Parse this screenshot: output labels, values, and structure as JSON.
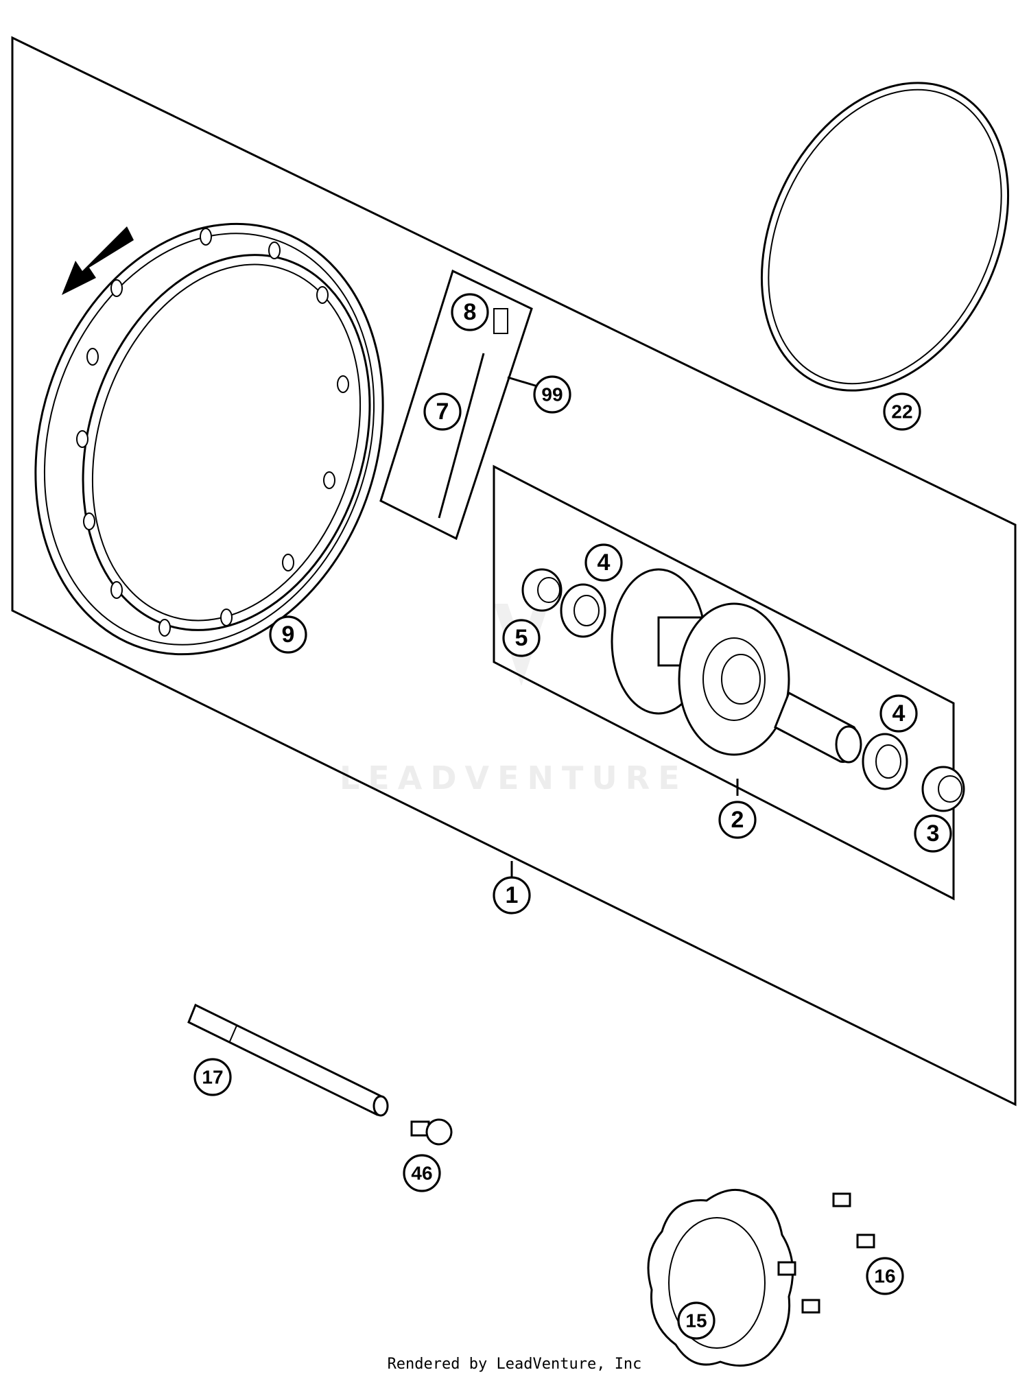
{
  "callouts": {
    "c1": "1",
    "c2": "2",
    "c3": "3",
    "c4a": "4",
    "c4b": "4",
    "c5": "5",
    "c7": "7",
    "c8": "8",
    "c9": "9",
    "c15": "15",
    "c16": "16",
    "c17": "17",
    "c22": "22",
    "c46": "46",
    "c99": "99"
  },
  "watermark": "LEADVENTURE",
  "footer": "Rendered by LeadVenture, Inc"
}
